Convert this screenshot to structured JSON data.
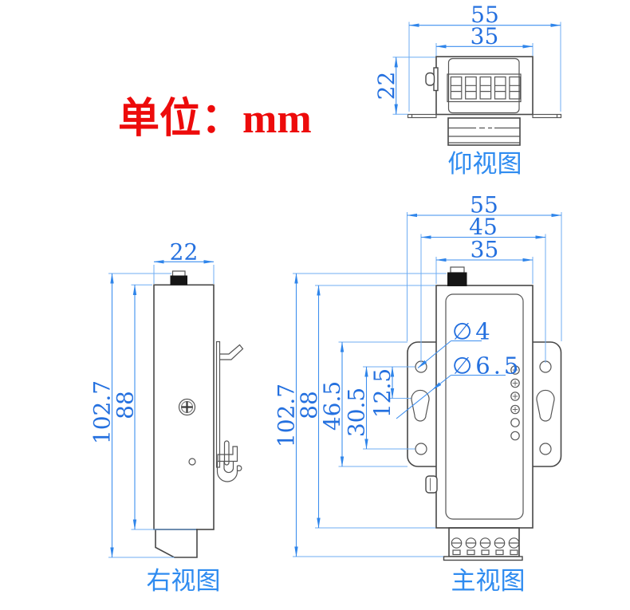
{
  "unit_label": "单位：mm",
  "colors": {
    "dimension_text": "#2470DF",
    "dimension_line": "#3E8FEF",
    "extension_line": "#6FADF3",
    "outline": "#474747",
    "accent_red": "#ED0B0B"
  },
  "views": {
    "bottom": {
      "label": "仰视图",
      "dims": {
        "overall_width": "55",
        "body_width": "35",
        "depth": "22"
      }
    },
    "right": {
      "label": "右视图",
      "dims": {
        "depth": "22",
        "overall_height": "102.7",
        "body_height": "88"
      }
    },
    "front": {
      "label": "主视图",
      "dims": {
        "overall_width": "55",
        "hole_spacing_horizontal": "45",
        "body_width": "35",
        "overall_height": "102.7",
        "body_height": "88",
        "flange_height": "46.5",
        "hole_spacing_vertical": "30.5",
        "keyhole_offset": "12.5",
        "screw_hole_diameter": "∅4",
        "keyhole_diameter": "∅6.5"
      }
    }
  }
}
